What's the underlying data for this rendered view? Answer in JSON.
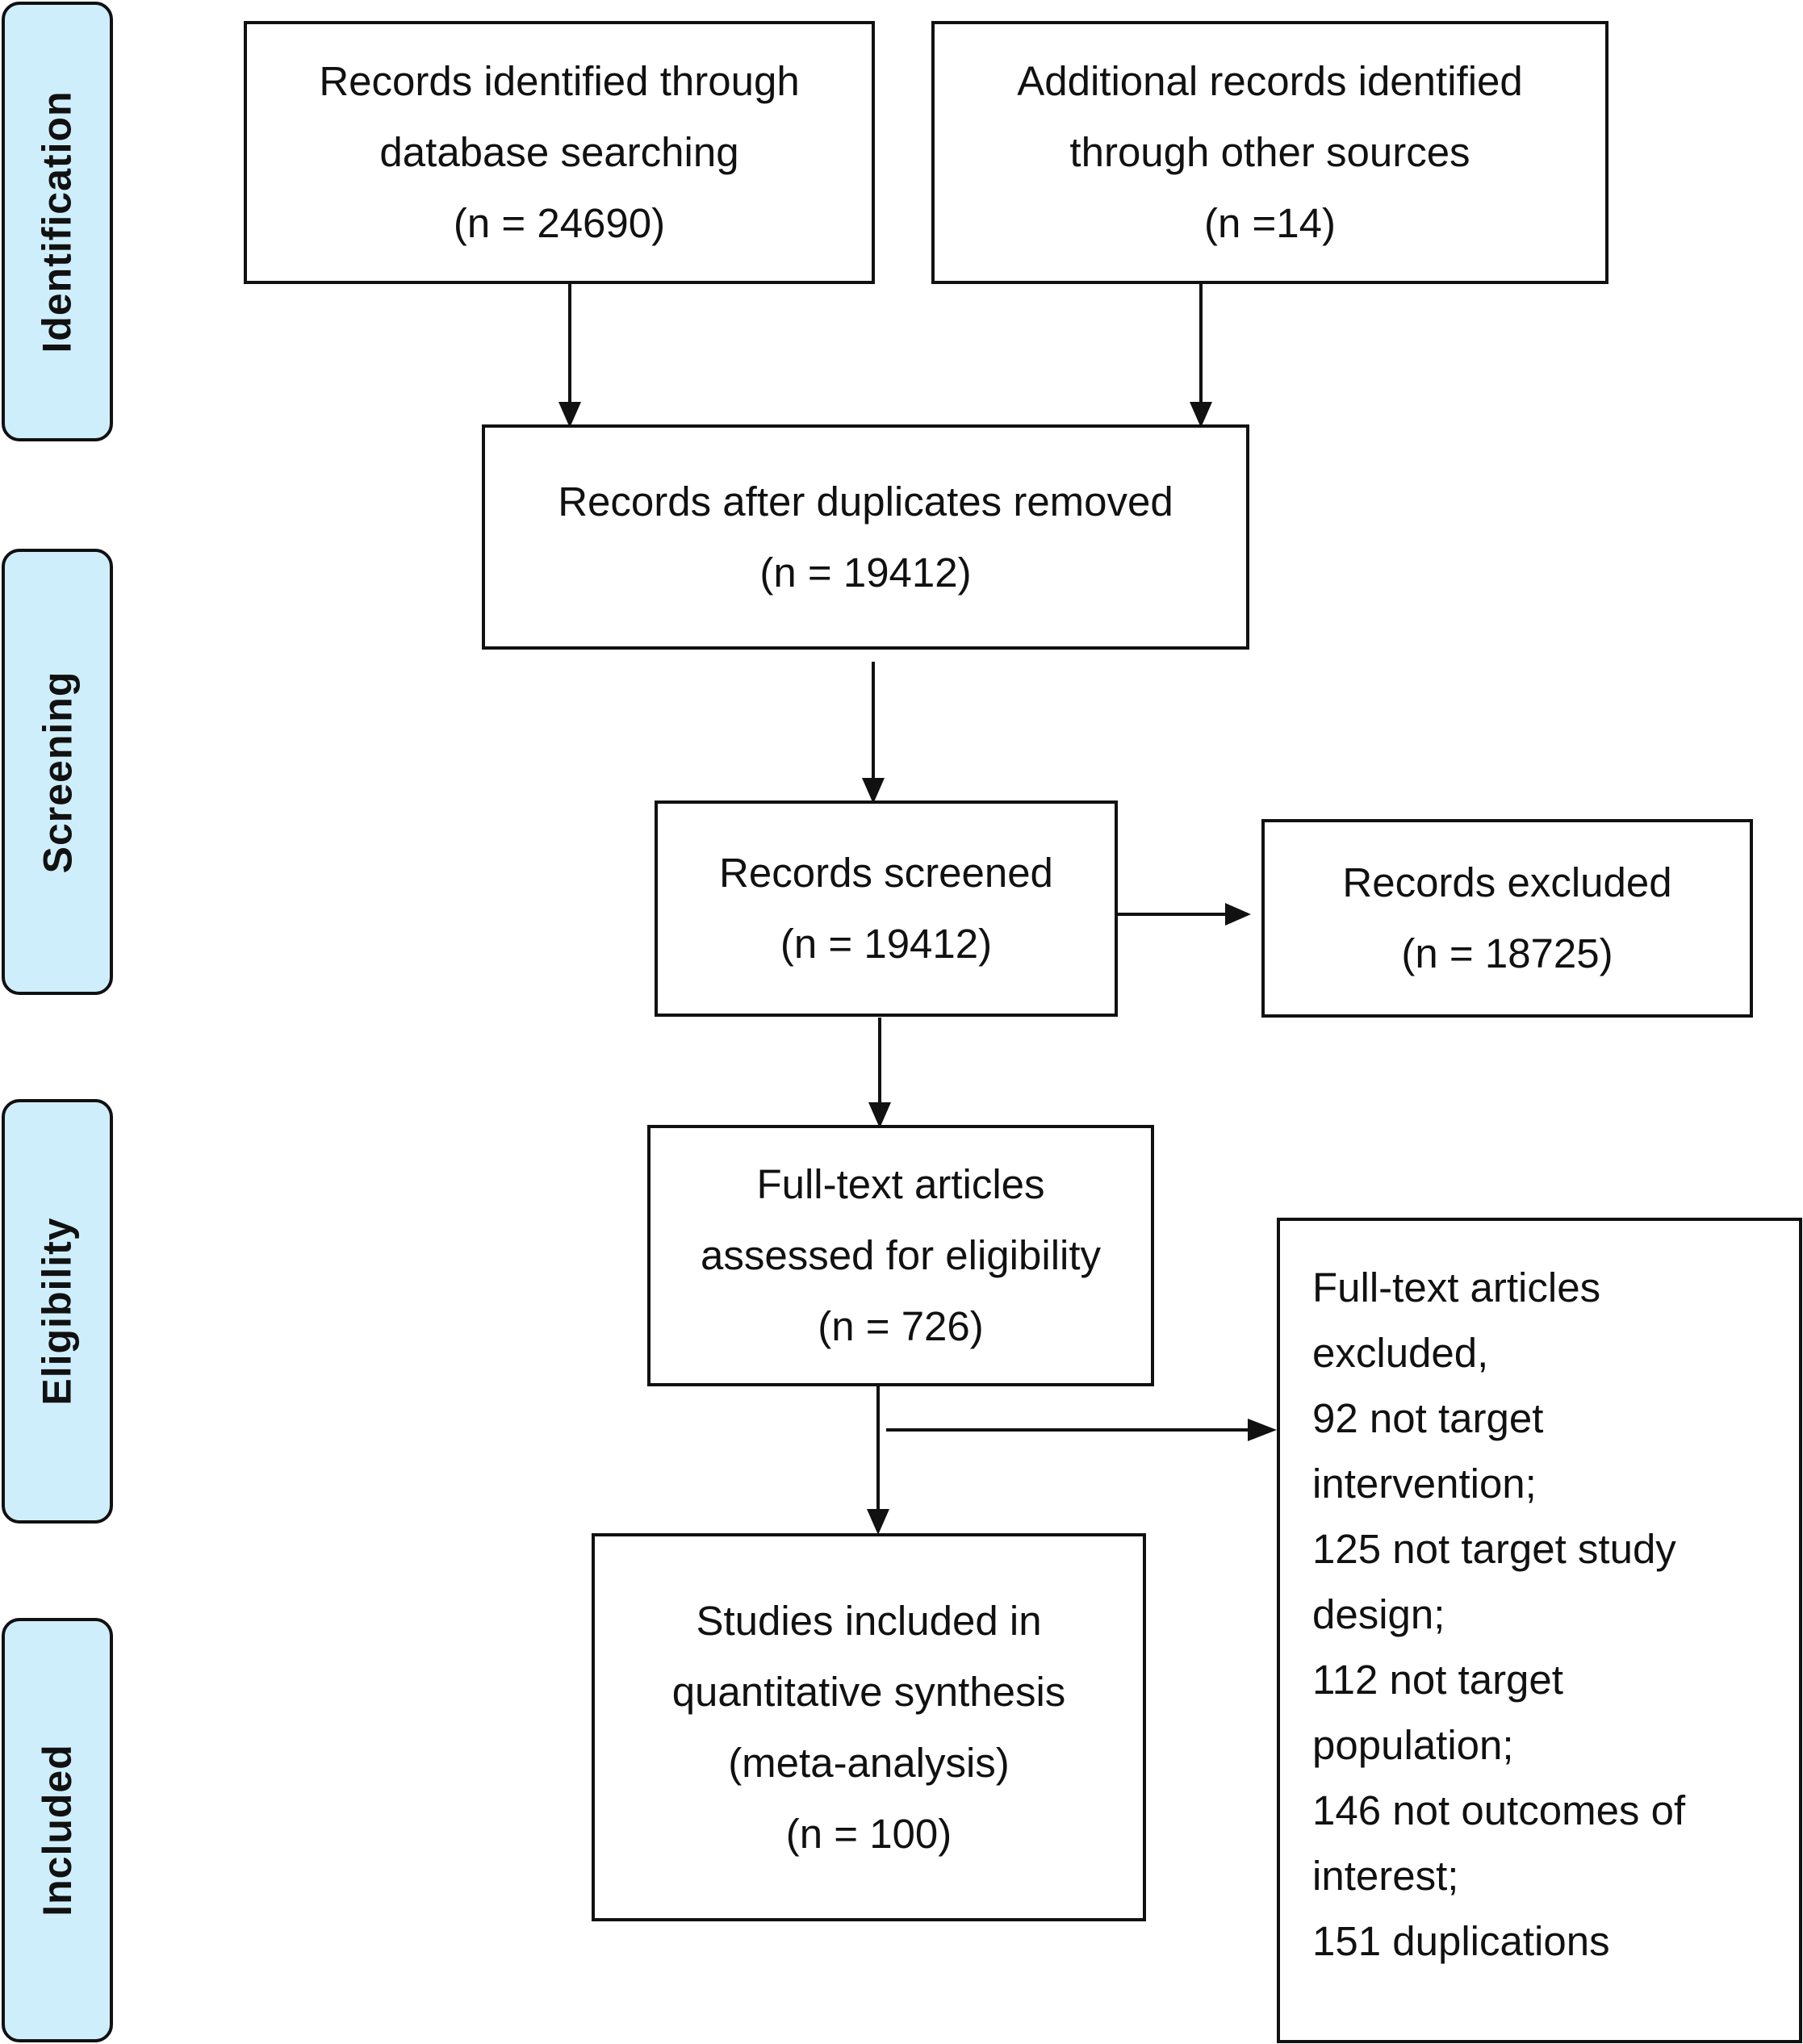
{
  "phases": {
    "identification": "Identification",
    "screening": "Screening",
    "eligibility": "Eligibility",
    "included": "Included"
  },
  "boxes": {
    "database": [
      "Records identified through",
      "database searching",
      "(n = 24690)"
    ],
    "other_sources": [
      "Additional records identified",
      "through other sources",
      "(n =14)"
    ],
    "after_duplicates": [
      "Records after duplicates removed",
      "(n = 19412)"
    ],
    "screened": [
      "Records screened",
      "(n = 19412)"
    ],
    "excluded": [
      "Records excluded",
      "(n = 18725)"
    ],
    "fulltext": [
      "Full-text articles",
      "assessed for eligibility",
      "(n = 726)"
    ],
    "included": [
      "Studies included in",
      "quantitative synthesis",
      "(meta-analysis)",
      "(n = 100)"
    ],
    "fulltext_excluded": [
      "Full-text articles",
      "excluded,",
      "92 not target",
      "intervention;",
      "125 not target study",
      "design;",
      "112 not target",
      "population;",
      "146 not outcomes of",
      "interest;",
      "151 duplications"
    ]
  }
}
